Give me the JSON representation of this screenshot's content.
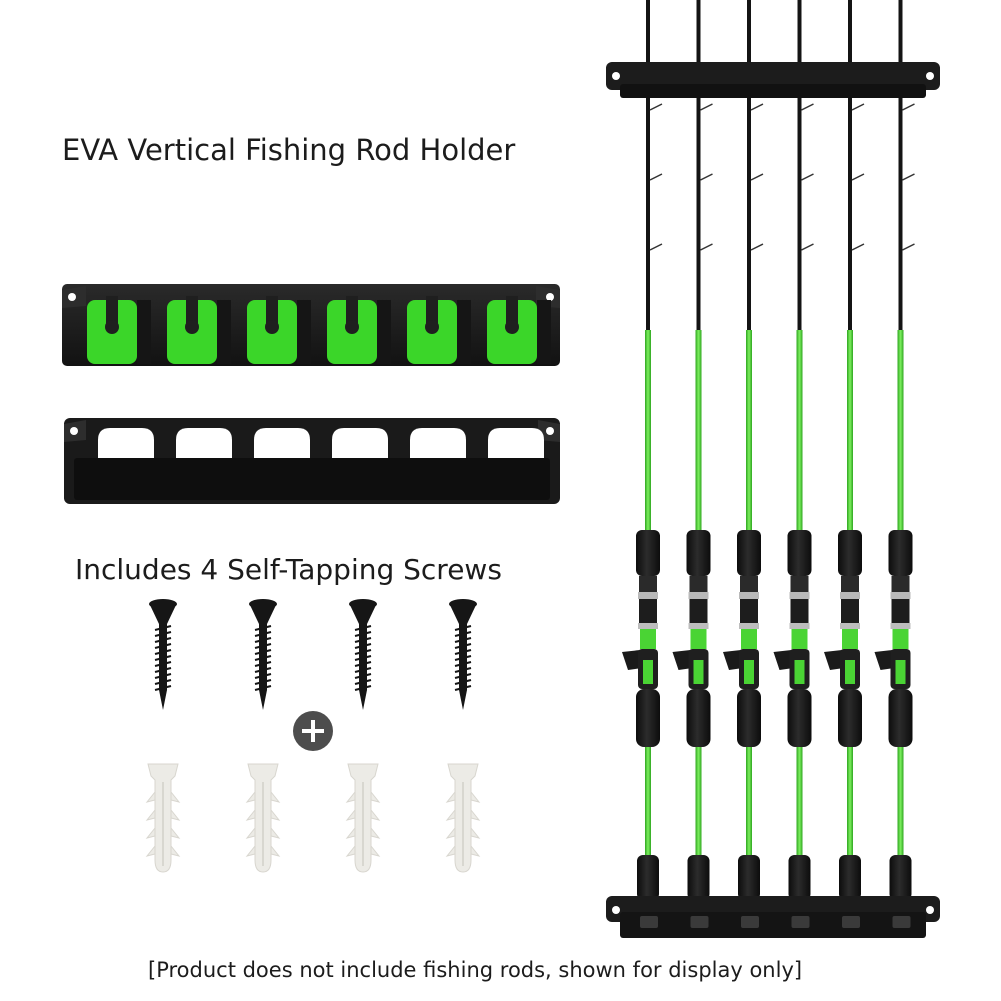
{
  "product": {
    "title": "EVA Vertical Fishing Rod Holder",
    "screws_caption": "Includes 4 Self-Tapping Screws",
    "disclaimer": "[Product does not include fishing rods, shown for display only]",
    "plus_symbol": "+"
  },
  "counts": {
    "holder_slots": 6,
    "screws": 4,
    "wall_anchors": 4,
    "rods_displayed": 6
  },
  "colors": {
    "background": "#ffffff",
    "text": "#1c1c1c",
    "eva_green": "#3bd629",
    "rod_green": "#4ad434",
    "holder_black": "#1f1f1f",
    "screw_black": "#161616",
    "anchor_white": "#ecebe6",
    "plus_badge": "#4d4d4d"
  },
  "icons": {
    "plus": "plus-icon"
  }
}
